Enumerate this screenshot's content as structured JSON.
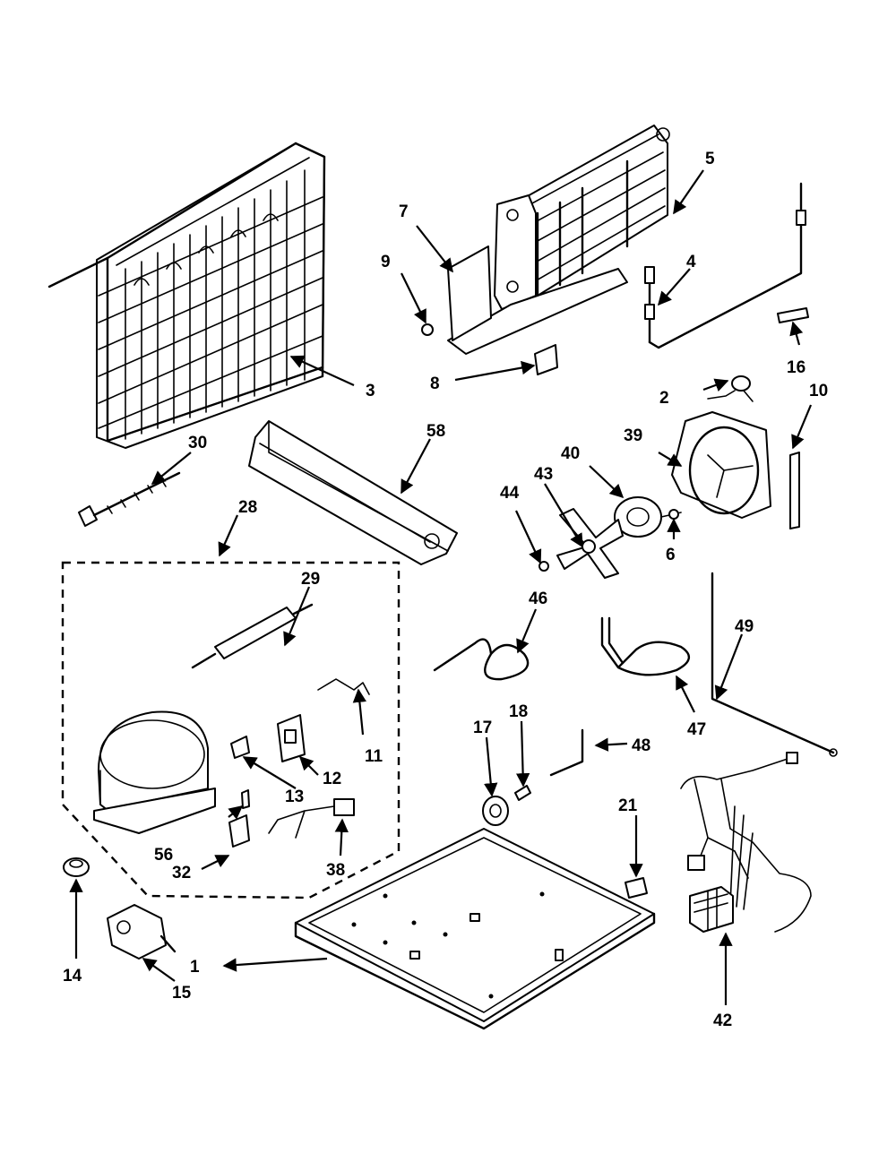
{
  "labels": {
    "p1": "1",
    "p2": "2",
    "p3": "3",
    "p4": "4",
    "p5": "5",
    "p6": "6",
    "p7": "7",
    "p8": "8",
    "p9": "9",
    "p10": "10",
    "p11": "11",
    "p12": "12",
    "p13": "13",
    "p14": "14",
    "p15": "15",
    "p16": "16",
    "p17": "17",
    "p18": "18",
    "p21": "21",
    "p28": "28",
    "p29": "29",
    "p30": "30",
    "p32": "32",
    "p38": "38",
    "p39": "39",
    "p40": "40",
    "p42": "42",
    "p43": "43",
    "p44": "44",
    "p46": "46",
    "p47": "47",
    "p48": "48",
    "p49": "49",
    "p56": "56",
    "p58": "58"
  }
}
